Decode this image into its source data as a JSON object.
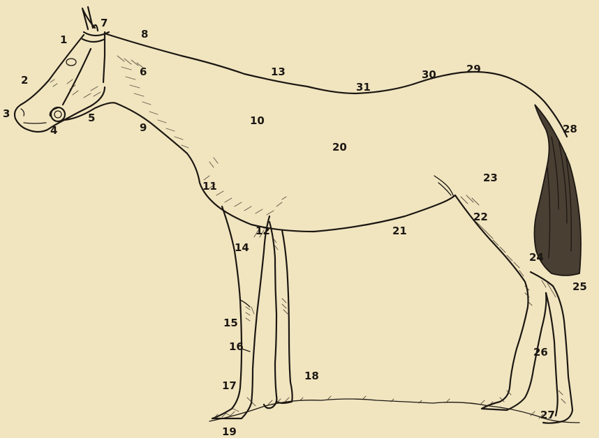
{
  "diagram": {
    "labels": [
      "1",
      "2",
      "3",
      "4",
      "5",
      "6",
      "7",
      "8",
      "9",
      "10",
      "11",
      "12",
      "13",
      "14",
      "15",
      "16",
      "17",
      "18",
      "19",
      "20",
      "21",
      "22",
      "23",
      "24",
      "25",
      "26",
      "27",
      "28",
      "29",
      "30",
      "31"
    ]
  },
  "colors": {
    "background": "#f1e5c0",
    "ink": "#1c1712",
    "tail_fill": "#4a3f33"
  }
}
